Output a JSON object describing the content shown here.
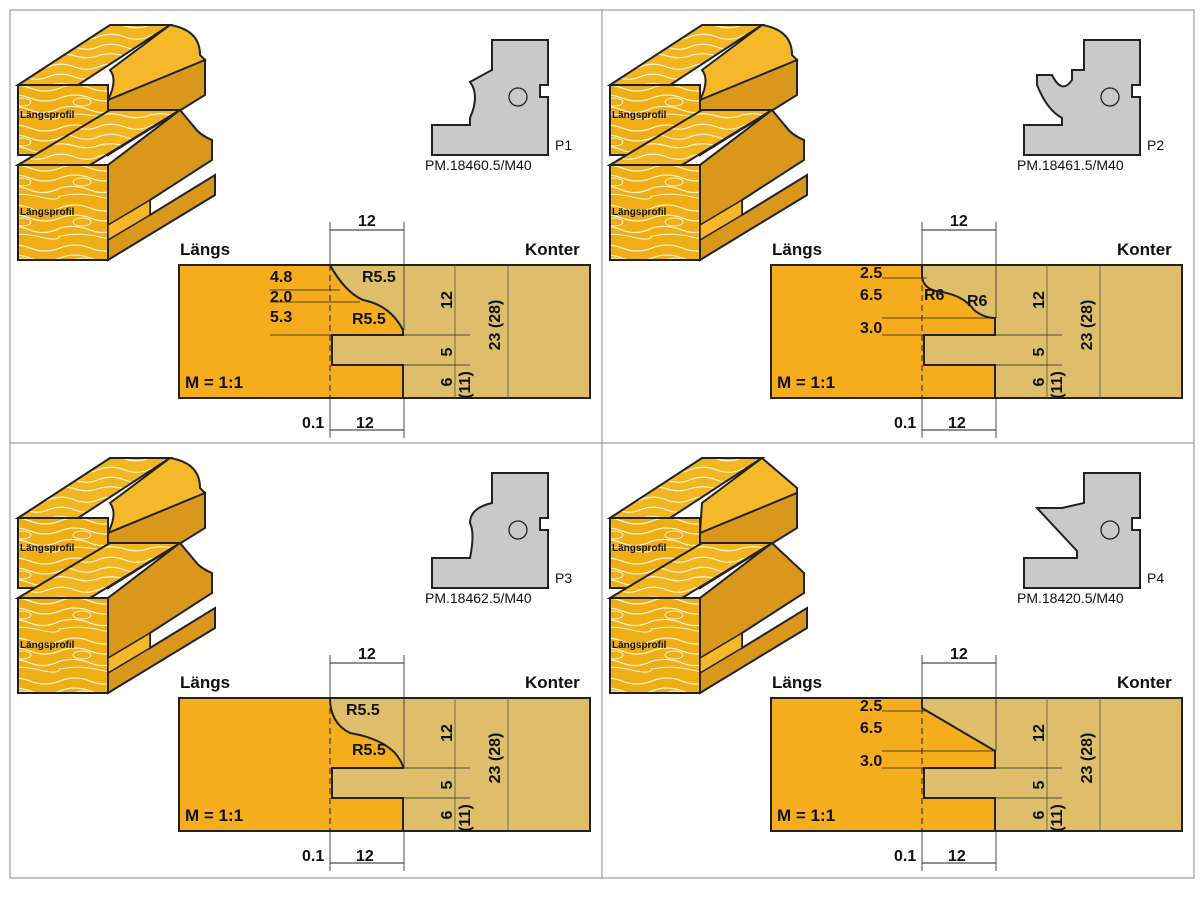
{
  "panels": [
    {
      "tool": {
        "tag": "P1",
        "code": "PM.18460.5/M40"
      },
      "block_labels": [
        "Längsprofil",
        "Längsprofil"
      ],
      "side_labels": {
        "left": "Längs",
        "right": "Konter"
      },
      "scale": "M = 1:1",
      "dims": {
        "top_width": "12",
        "bottom_gap": "0.1",
        "bottom_width": "12",
        "right_a": "12",
        "right_b": "5",
        "right_c": "6",
        "right_c_alt": "(11)",
        "right_total": "23 (28)",
        "left": [
          "4.8",
          "2.0",
          "5.3"
        ],
        "radii": [
          "R5.5",
          "R5.5"
        ]
      }
    },
    {
      "tool": {
        "tag": "P2",
        "code": "PM.18461.5/M40"
      },
      "block_labels": [
        "Längsprofil",
        "Längsprofil"
      ],
      "side_labels": {
        "left": "Längs",
        "right": "Konter"
      },
      "scale": "M = 1:1",
      "dims": {
        "top_width": "12",
        "bottom_gap": "0.1",
        "bottom_width": "12",
        "right_a": "12",
        "right_b": "5",
        "right_c": "6",
        "right_c_alt": "(11)",
        "right_total": "23 (28)",
        "left": [
          "2.5",
          "6.5",
          "3.0"
        ],
        "radii": [
          "R6",
          "R6"
        ]
      }
    },
    {
      "tool": {
        "tag": "P3",
        "code": "PM.18462.5/M40"
      },
      "block_labels": [
        "Längsprofil",
        "Längsprofil"
      ],
      "side_labels": {
        "left": "Längs",
        "right": "Konter"
      },
      "scale": "M = 1:1",
      "dims": {
        "top_width": "12",
        "bottom_gap": "0.1",
        "bottom_width": "12",
        "right_a": "12",
        "right_b": "5",
        "right_c": "6",
        "right_c_alt": "(11)",
        "right_total": "23 (28)",
        "left": [],
        "radii": [
          "R5.5",
          "R5.5"
        ]
      }
    },
    {
      "tool": {
        "tag": "P4",
        "code": "PM.18420.5/M40"
      },
      "block_labels": [
        "Längsprofil",
        "Längsprofil"
      ],
      "side_labels": {
        "left": "Längs",
        "right": "Konter"
      },
      "scale": "M = 1:1",
      "dims": {
        "top_width": "12",
        "bottom_gap": "0.1",
        "bottom_width": "12",
        "right_a": "12",
        "right_b": "5",
        "right_c": "6",
        "right_c_alt": "(11)",
        "right_total": "23 (28)",
        "left": [
          "2.5",
          "6.5",
          "3.0"
        ],
        "radii": []
      }
    }
  ],
  "colors": {
    "wood": "#f2b31f",
    "wood_shade": "#c9911a",
    "grain": "#ffe9a8",
    "profile_left": "#f6ad1d",
    "profile_right": "#dfbe6b",
    "tool": "#c9c9c9"
  },
  "icons": [
    "wood-block-illustration",
    "cutter-tool-icon"
  ]
}
